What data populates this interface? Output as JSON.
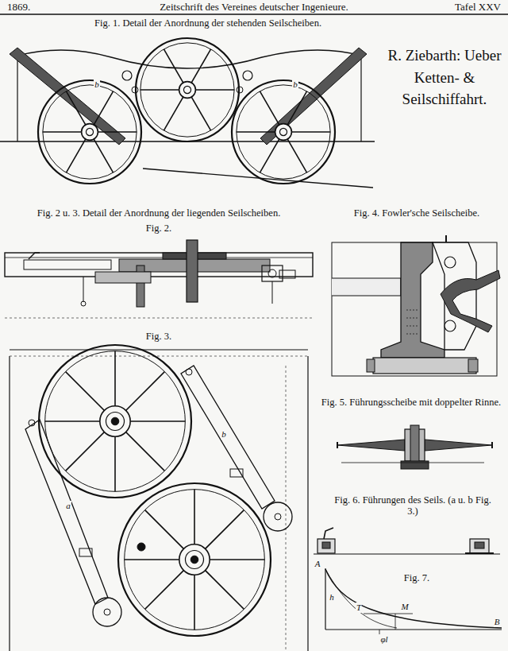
{
  "diagram": {
    "title": "R. Ziebarth: Ueber Ketten- & Seilschiffahrt.",
    "labels": [
      "1869.",
      "Zeitschrift des Vereines deutscher Ingenieure.",
      "Tafel XXV",
      "Fig. 1. Detail der Anordnung der stehenden Seilscheiben.",
      "b",
      "b",
      "Fig. 2 u. 3. Detail der Anordnung der liegenden Seilscheiben.",
      "Fig. 4. Fowler'sche Seilscheibe.",
      "Fig. 2.",
      "Fig. 3.",
      "a",
      "b",
      "Fig. 5. Führungsscheibe mit doppelter Rinne.",
      "Fig. 6. Führungen des Seils. (a u. b Fig. 3.)",
      "Fig. 7.",
      "A",
      "B",
      "h",
      "T",
      "M",
      "φl"
    ]
  }
}
